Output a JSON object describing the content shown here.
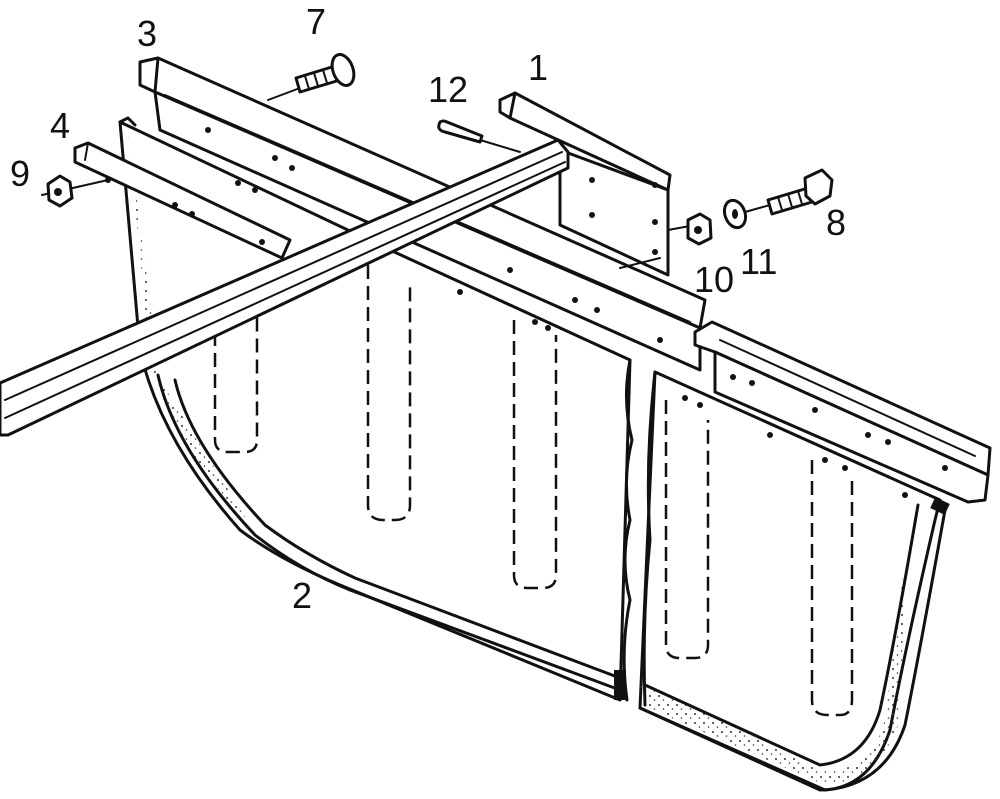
{
  "title": "Exploded assembly drawing of side panel mounting",
  "labels": {
    "l1": "1",
    "l2": "2",
    "l3": "3",
    "l4": "4",
    "l7": "7",
    "l8": "8",
    "l9": "9",
    "l10": "10",
    "l11": "11",
    "l12": "12"
  },
  "colors": {
    "ink": "#111111",
    "paper": "#ffffff"
  }
}
